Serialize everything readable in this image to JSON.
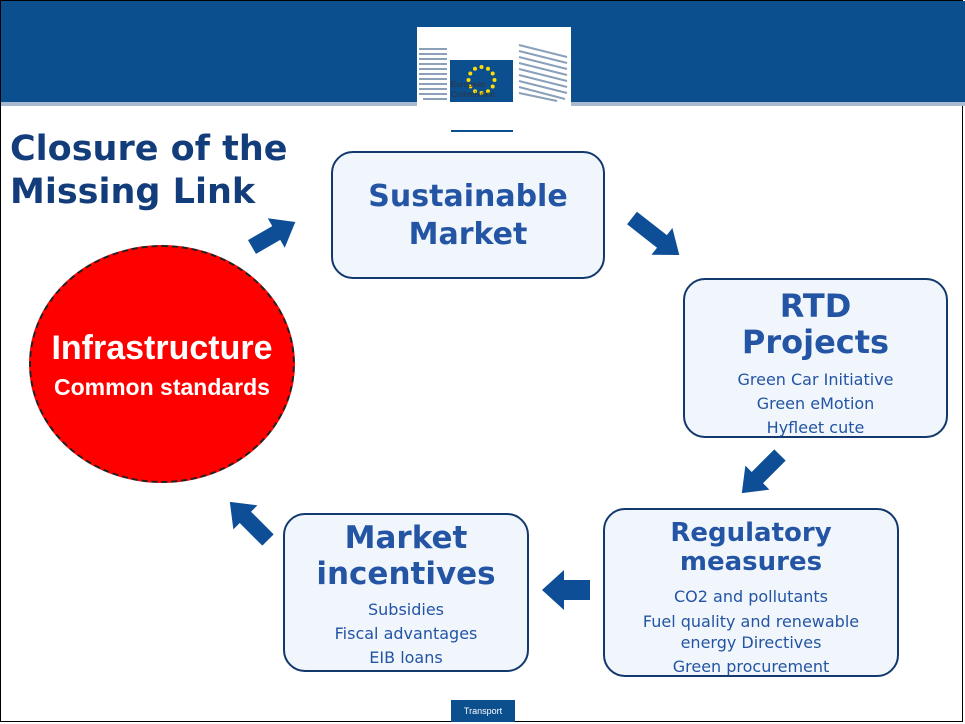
{
  "header": {
    "logo_line1": "European",
    "logo_line2": "Commission"
  },
  "title_line1": "Closure of the",
  "title_line2": "Missing Link",
  "nodes": {
    "market": {
      "title_line1": "Sustainable",
      "title_line2": "Market"
    },
    "rtd": {
      "title_line1": "RTD",
      "title_line2": "Projects",
      "items": [
        "Green Car Initiative",
        "Green eMotion",
        "Hyfleet cute"
      ]
    },
    "regulatory": {
      "title_line1": "Regulatory",
      "title_line2": "measures",
      "items": [
        "CO2 and pollutants",
        "Fuel quality and renewable",
        "energy Directives",
        "Green procurement"
      ]
    },
    "incentives": {
      "title_line1": "Market",
      "title_line2": "incentives",
      "items": [
        "Subsidies",
        "Fiscal advantages",
        "EIB loans"
      ]
    },
    "infrastructure": {
      "title": "Infrastructure",
      "subtitle": "Common standards"
    }
  },
  "footer": {
    "label": "Transport"
  },
  "colors": {
    "brand_blue": "#0b4f8f",
    "text_blue": "#2454a4",
    "title_blue": "#123d7a",
    "arrow_blue": "#0d4e97",
    "circle_red": "#ff0000",
    "box_fill": "#f0f6fb"
  },
  "icons": [
    "eu-flag-icon",
    "berlaymont-building-icon",
    "arrow-icon"
  ]
}
